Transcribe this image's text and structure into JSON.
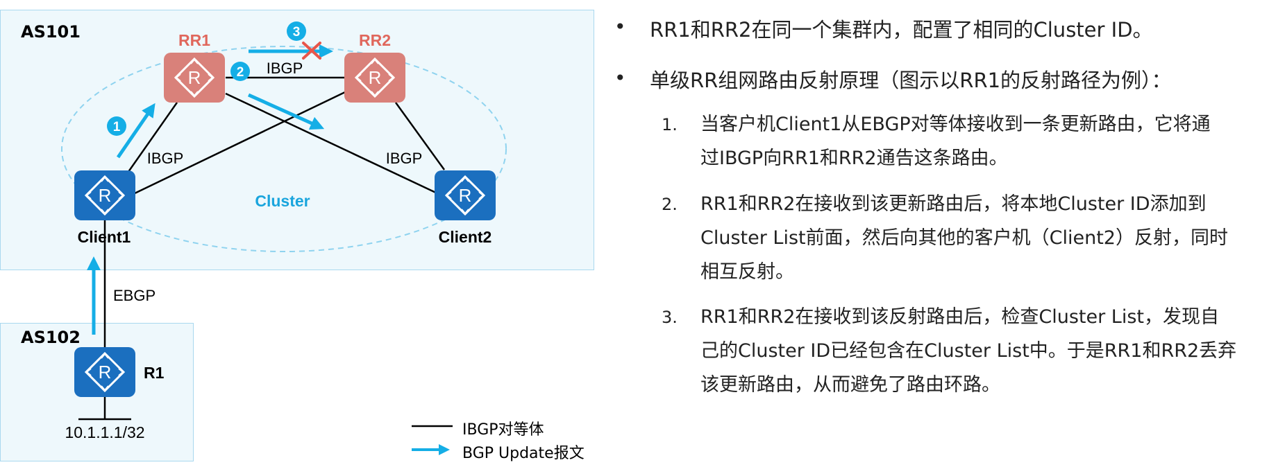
{
  "diagram": {
    "as101_label": "AS101",
    "as102_label": "AS102",
    "cluster_label": "Cluster",
    "rr1_label": "RR1",
    "rr2_label": "RR2",
    "client1_label": "Client1",
    "client2_label": "Client2",
    "r1_label": "R1",
    "router_glyph": "R",
    "link_ibgp_top": "IBGP",
    "link_ibgp_left": "IBGP",
    "link_ibgp_right": "IBGP",
    "link_ebgp": "EBGP",
    "prefix": "10.1.1.1/32",
    "step_badges": [
      "1",
      "2",
      "3"
    ],
    "colors": {
      "rr_fill": "#d9817a",
      "rr_label": "#e0675c",
      "client_fill": "#1b6fbf",
      "arrow": "#15aee6",
      "cross": "#e8564a",
      "cluster_text": "#1aa5dd",
      "cluster_ellipse": "#8fd3ef",
      "as_bg": "#eef8fc",
      "as_border": "#a9d8ef"
    }
  },
  "legend": {
    "ibgp_peer": "IBGP对等体",
    "bgp_update": "BGP Update报文"
  },
  "text": {
    "bullet1": "RR1和RR2在同一个集群内，配置了相同的Cluster ID。",
    "bullet2": "单级RR组网路由反射原理（图示以RR1的反射路径为例）：",
    "steps": [
      {
        "num": "1.",
        "lines": [
          "当客户机Client1从EBGP对等体接收到一条更新路由，它将通",
          "过IBGP向RR1和RR2通告这条路由。"
        ]
      },
      {
        "num": "2.",
        "lines": [
          "RR1和RR2在接收到该更新路由后，将本地Cluster ID添加到",
          "Cluster List前面，然后向其他的客户机（Client2）反射，同时",
          "相互反射。"
        ]
      },
      {
        "num": "3.",
        "lines": [
          "RR1和RR2在接收到该反射路由后，检查Cluster List，发现自",
          "己的Cluster ID已经包含在Cluster List中。于是RR1和RR2丢弃",
          "该更新路由，从而避免了路由环路。"
        ]
      }
    ]
  }
}
